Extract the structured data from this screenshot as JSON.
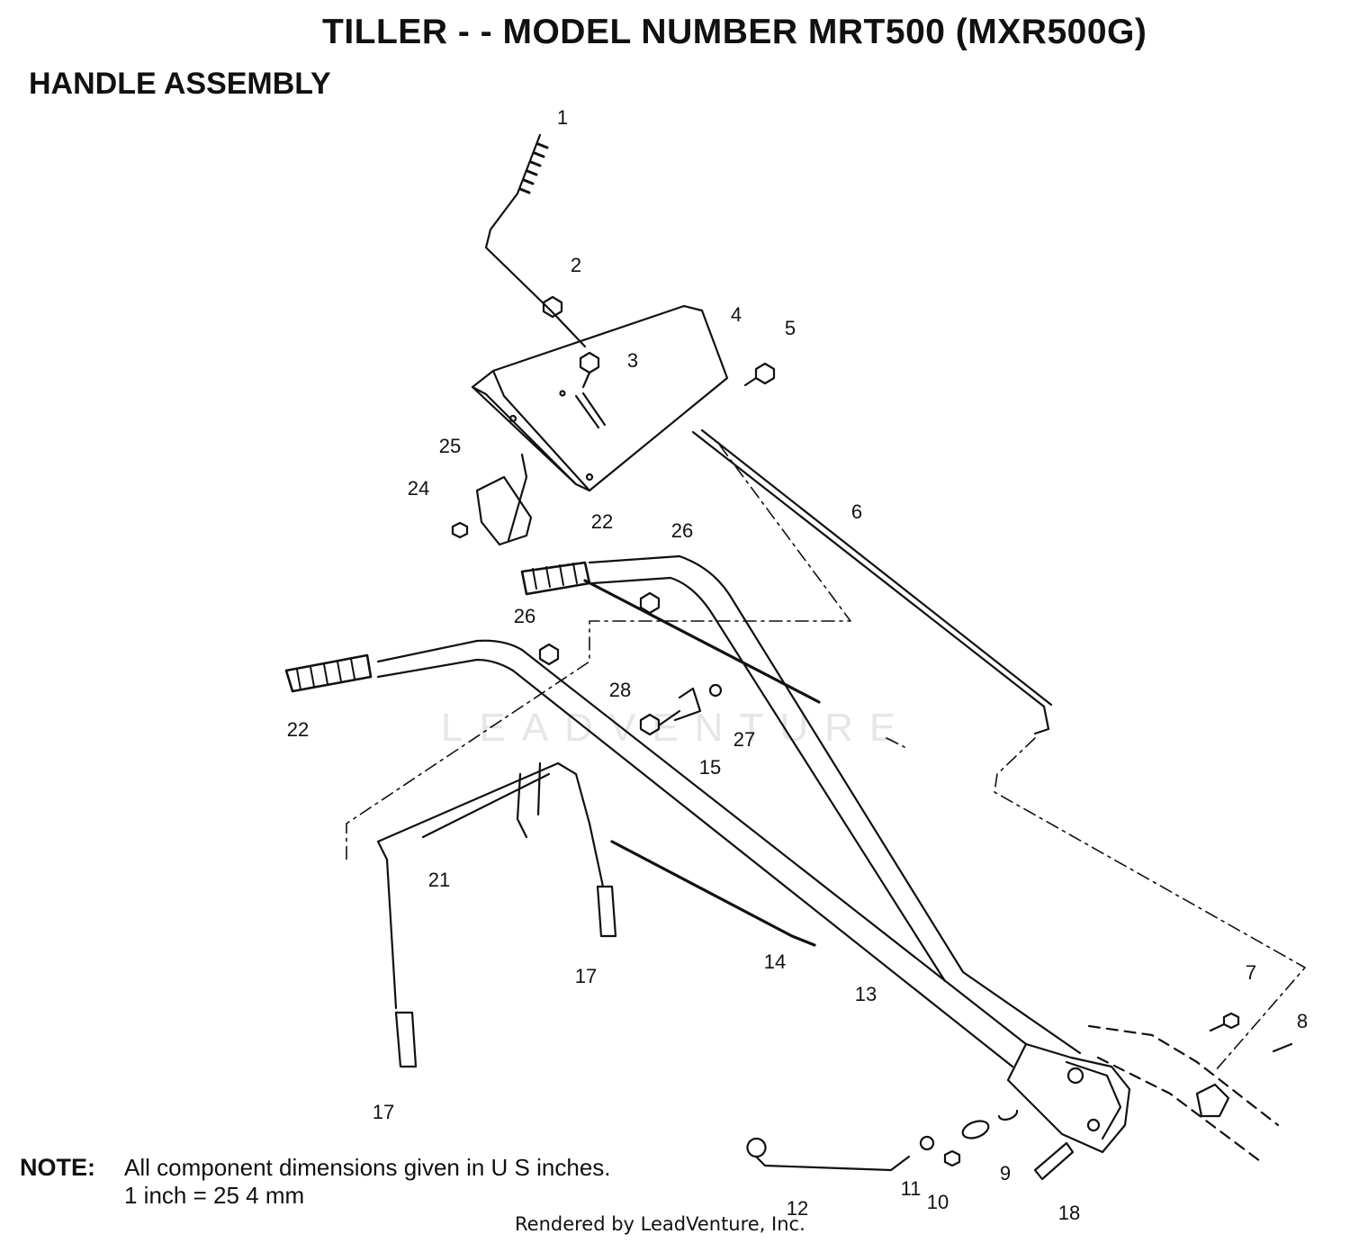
{
  "header": {
    "title": "TILLER - - MODEL NUMBER MRT500 (MXR500G)",
    "subtitle": "HANDLE ASSEMBLY"
  },
  "diagram": {
    "callouts": [
      "1",
      "2",
      "3",
      "4",
      "5",
      "6",
      "24",
      "25",
      "22",
      "26",
      "26",
      "22",
      "28",
      "27",
      "15",
      "21",
      "17",
      "14",
      "13",
      "17",
      "7",
      "8",
      "9",
      "11",
      "10",
      "12",
      "18"
    ],
    "line_color": "#111111"
  },
  "note": {
    "label": "NOTE:",
    "line1": "All component dimensions given in U S  inches.",
    "line2": "1 inch = 25 4 mm"
  },
  "watermark": "LEADVENTURE",
  "footer": "Rendered by LeadVenture, Inc."
}
